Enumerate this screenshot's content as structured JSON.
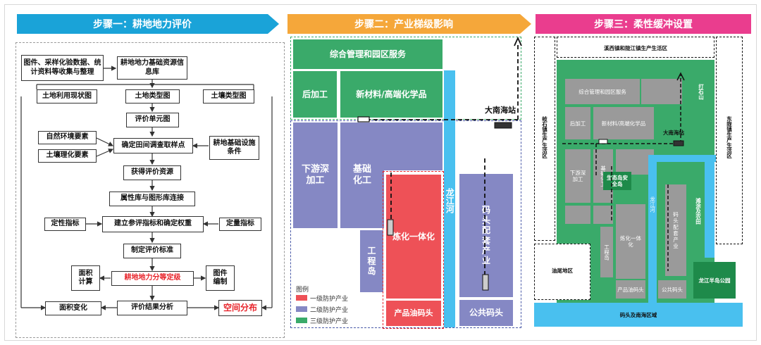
{
  "steps": {
    "step1": "步骤一：耕地地力评价",
    "step2": "步骤二：产业梯级影响",
    "step3": "步骤三：柔性缓冲设置"
  },
  "flow": {
    "collect": "图件、采样化验数据、统计资料等收集与整理",
    "database": "耕地地力基础资源信息库",
    "landuse": "土地利用现状图",
    "landtype": "土地类型图",
    "soiltype": "土壤类型图",
    "unit": "评价单元图",
    "nature": "自然环境要素",
    "soilchem": "土壤理化要素",
    "sampling": "确定田间调查取样点",
    "infra": "耕地基础设施条件",
    "resource": "获得评价资源",
    "attr_link": "属性库与图形库连接",
    "qualitative": "定性指标",
    "index_weight": "建立参评指标和确定权重",
    "quantitative": "定量指标",
    "standard": "制定评价标准",
    "area_calc": "面积计算",
    "grading": "耕地地力分等定级",
    "map_edit": "图件编制",
    "area_change": "面积变化",
    "result": "评价结果分析",
    "spatial": "空间分布"
  },
  "map2": {
    "admin": "综合管理和园区服务",
    "post": "后加工",
    "newmat": "新材料/高端化学品",
    "downstream": "下游深加工",
    "basic": "基础化工",
    "refinery": "炼化一体化",
    "engisland": "工程岛",
    "river": "龙江河",
    "dock": "码头配套产业",
    "oilwharf": "产品油码头",
    "publicwharf": "公共码头",
    "station": "大南海站",
    "legend_title": "图例",
    "legend": [
      "一级防护产业",
      "二级防护产业",
      "三级防护产业"
    ],
    "legend_colors": [
      "#ee5157",
      "#8588c4",
      "#3aaa6a"
    ]
  },
  "map3": {
    "top_village": "溪西镇和陇江镇生产生活区",
    "left_village": "岐石镇生产生活区",
    "right_village": "东陇镇生产生活区",
    "quarry": "打石山",
    "admin": "综合管理和园区服务",
    "post": "后加工",
    "newmat": "新材料/高端化学品",
    "station": "大南海站",
    "basic": "基础化工",
    "eco": "生态岛安全岛",
    "downstream": "下游深加工",
    "river": "龙江河",
    "beach": "滩涂及农田",
    "refinery": "炼化一体化",
    "engisland": "工程岛",
    "dock": "码头配套产业",
    "oilwharf": "产品油码头",
    "publicwharf": "公共码头",
    "oilfield": "油尾地区",
    "park": "龙江半岛公园",
    "bottom": "码头及南海区域"
  }
}
